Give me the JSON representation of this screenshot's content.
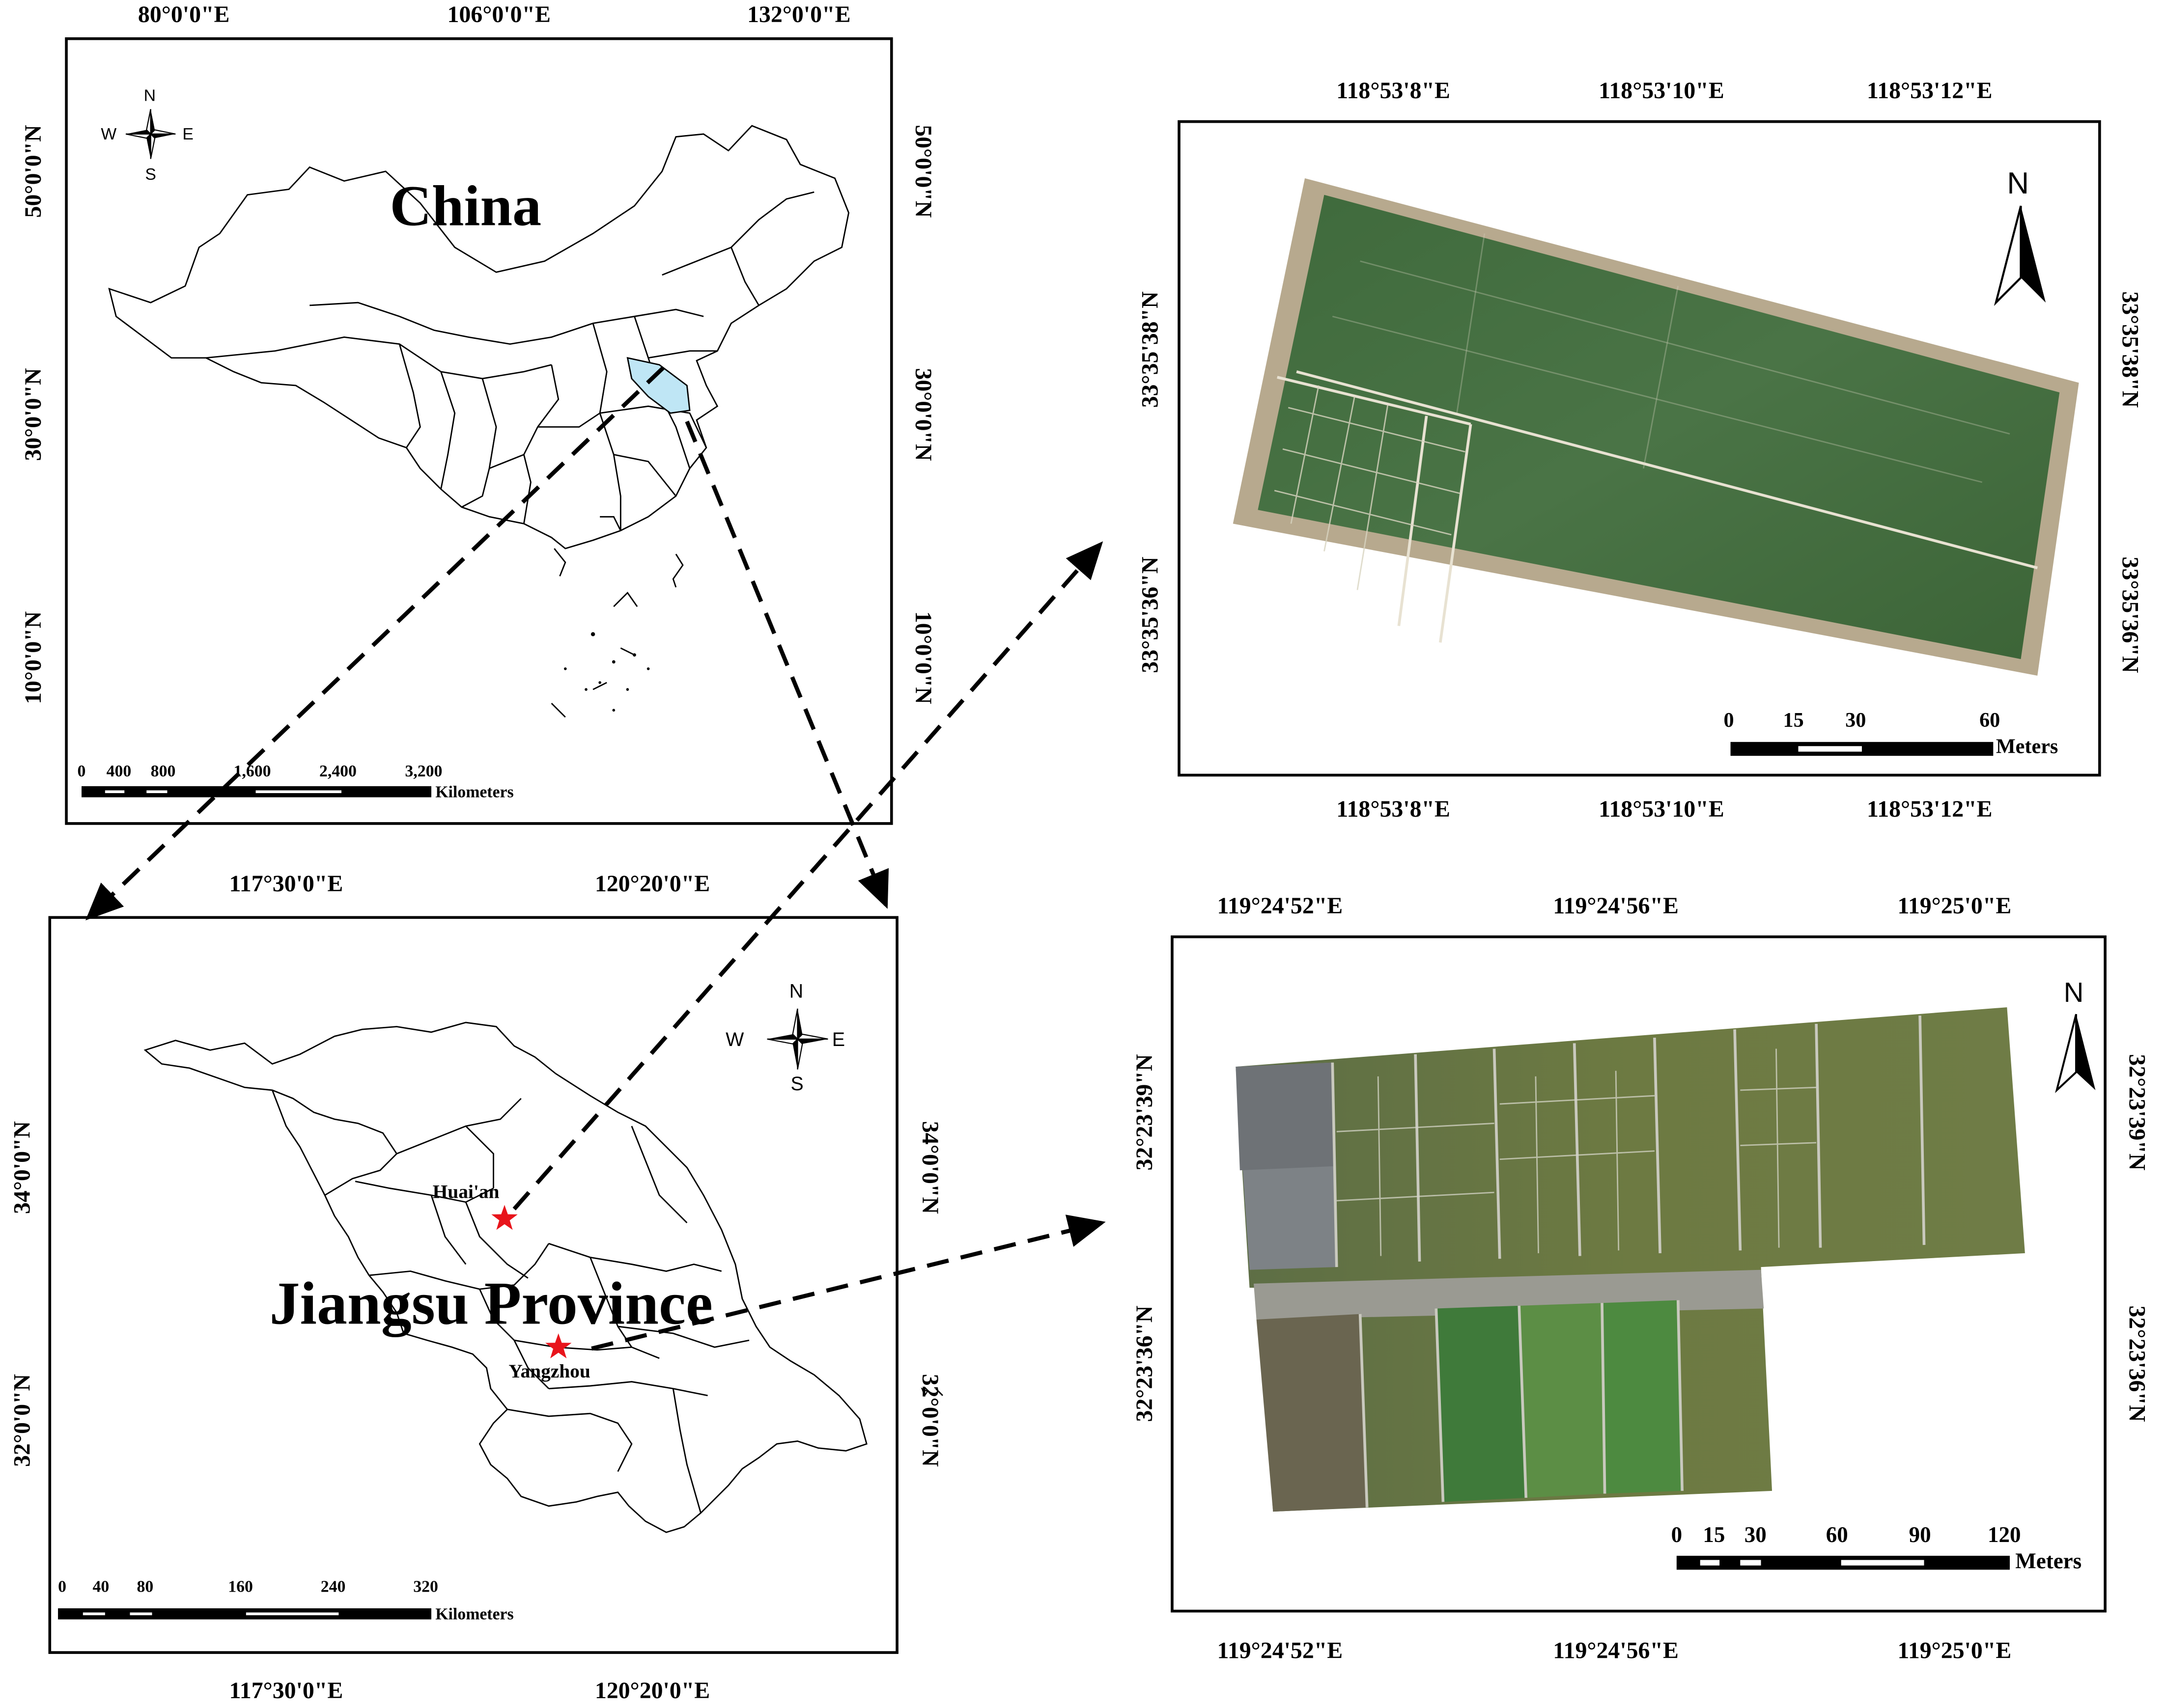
{
  "china_map": {
    "title": "China",
    "top_lon_labels": [
      "80°0'0\"E",
      "106°0'0\"E",
      "132°0'0\"E"
    ],
    "left_lat_labels": [
      "50°0'0\"N",
      "30°0'0\"N",
      "10°0'0\"N"
    ],
    "right_lat_labels": [
      "50°0'0\"N",
      "30°0'0\"N",
      "10°0'0\"N"
    ],
    "compass": {
      "n": "N",
      "s": "S",
      "e": "E",
      "w": "W"
    },
    "scale_ticks": [
      "0",
      "400",
      "800",
      "1,600",
      "2,400",
      "3,200"
    ],
    "scale_unit": "Kilometers",
    "highlight_color": "#bfe6f5"
  },
  "jiangsu_map": {
    "title": "Jiangsu Province",
    "top_lon_labels": [
      "117°30'0\"E",
      "120°20'0\"E"
    ],
    "bottom_lon_labels": [
      "117°30'0\"E",
      "120°20'0\"E"
    ],
    "left_lat_labels": [
      "34°0'0\"N",
      "32°0'0\"N"
    ],
    "right_lat_labels": [
      "34°0'0\"N",
      "32°0'0\"N"
    ],
    "compass": {
      "n": "N",
      "s": "S",
      "e": "E",
      "w": "W"
    },
    "cities": [
      {
        "name": "Huai'an"
      },
      {
        "name": "Yangzhou"
      }
    ],
    "star_color": "#e8141b",
    "scale_ticks": [
      "0",
      "40",
      "80",
      "160",
      "240",
      "320"
    ],
    "scale_unit": "Kilometers"
  },
  "huaian_site": {
    "top_lon_labels": [
      "118°53'8\"E",
      "118°53'10\"E",
      "118°53'12\"E"
    ],
    "bottom_lon_labels": [
      "118°53'8\"E",
      "118°53'10\"E",
      "118°53'12\"E"
    ],
    "left_lat_labels": [
      "33°35'38\"N",
      "33°35'36\"N"
    ],
    "right_lat_labels": [
      "33°35'38\"N",
      "33°35'36\"N"
    ],
    "north": "N",
    "scale_ticks": [
      "0",
      "15",
      "30",
      "60"
    ],
    "scale_unit": "Meters"
  },
  "yangzhou_site": {
    "top_lon_labels": [
      "119°24'52\"E",
      "119°24'56\"E",
      "119°25'0\"E"
    ],
    "bottom_lon_labels": [
      "119°24'52\"E",
      "119°24'56\"E",
      "119°25'0\"E"
    ],
    "left_lat_labels": [
      "32°23'39\"N",
      "32°23'36\"N"
    ],
    "right_lat_labels": [
      "32°23'39\"N",
      "32°23'36\"N"
    ],
    "north": "N",
    "scale_ticks": [
      "0",
      "15",
      "30",
      "60",
      "90",
      "120"
    ],
    "scale_unit": "Meters"
  }
}
